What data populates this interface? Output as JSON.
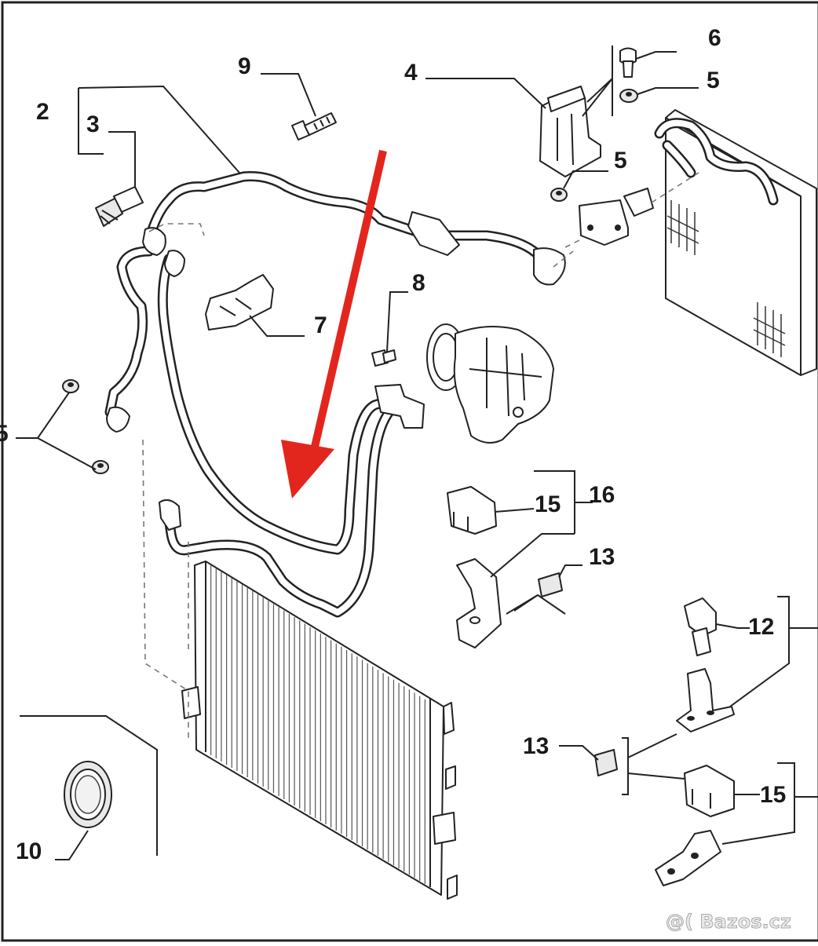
{
  "labels": {
    "l2": "2",
    "l3": "3",
    "l4": "4",
    "l5a": "5",
    "l5b": "5",
    "l5c": "5",
    "l6": "6",
    "l7": "7",
    "l8": "8",
    "l9": "9",
    "l10": "10",
    "l12": "12",
    "l13a": "13",
    "l13b": "13",
    "l15a": "15",
    "l15b": "15",
    "l16": "16"
  },
  "watermark": "@( Bazos.cz",
  "colors": {
    "arrow": "#e3261d",
    "line": "#222222",
    "background": "#ffffff"
  }
}
